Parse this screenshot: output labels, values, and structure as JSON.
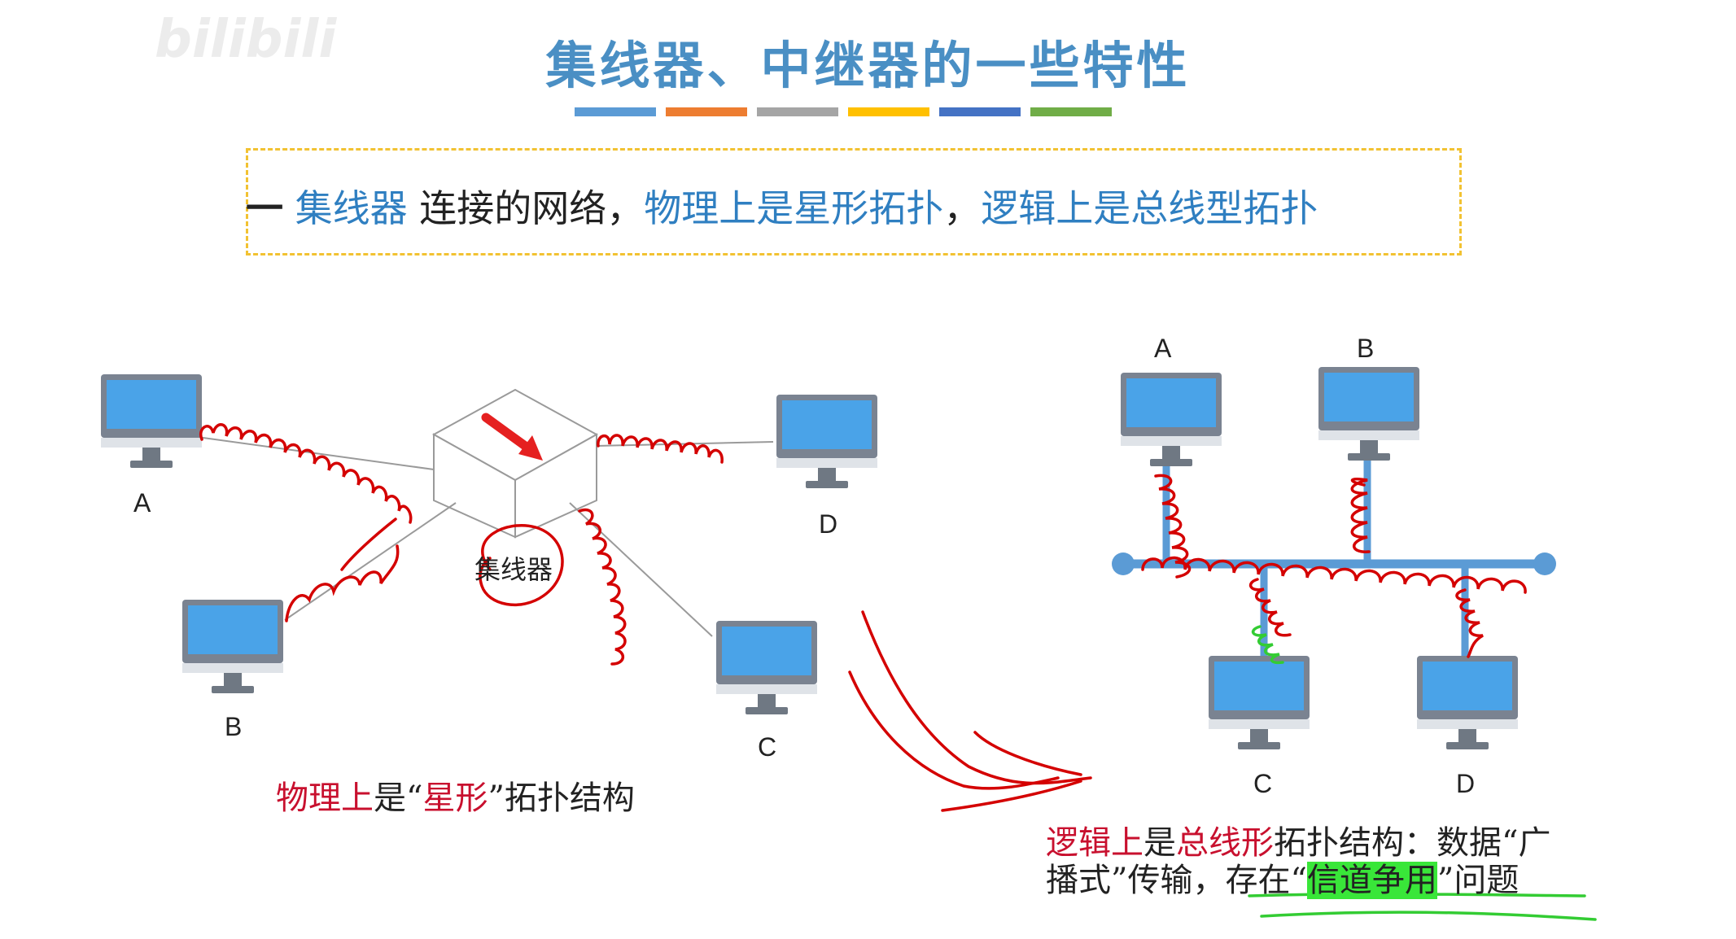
{
  "title": "集线器、中继器的一些特性",
  "title_bar_colors": [
    "#5b9bd5",
    "#ed7d31",
    "#a5a5a5",
    "#ffc000",
    "#4472c4",
    "#70ad47"
  ],
  "subtitle": {
    "bullet": "一",
    "p1": "集线器",
    "p2": " 连接的网络，",
    "p3": "物理上是星形拓扑",
    "p4": "，",
    "p5": "逻辑上是总线型拓扑"
  },
  "star": {
    "hub_label": "集线器",
    "nodes": [
      "A",
      "B",
      "C",
      "D"
    ],
    "caption": {
      "a": "物理上",
      "b": "是“",
      "c": "星形",
      "d": "”拓扑结构"
    }
  },
  "bus": {
    "nodes": [
      "A",
      "B",
      "C",
      "D"
    ],
    "caption": {
      "a": "逻辑上",
      "b": "是",
      "c": "总线形",
      "d": "拓扑结构：数据“广",
      "e": "播式”传输，存在“",
      "f": "信道争用",
      "g": "”问题"
    }
  },
  "colors": {
    "accent": "#4a8fc4",
    "screen": "#4aa3e8",
    "bus": "#5b9bd5",
    "annotation_red": "#d40000",
    "annotation_green": "#33cc33"
  },
  "watermark": "bilibili"
}
